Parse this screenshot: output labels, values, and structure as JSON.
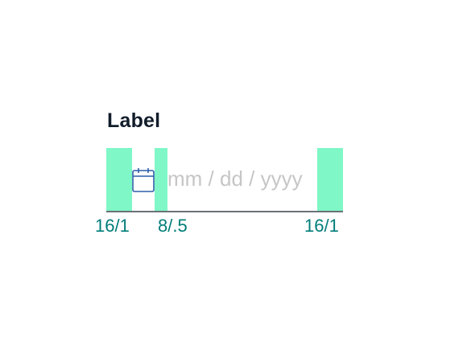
{
  "field": {
    "label": "Label",
    "placeholder": "mm / dd / yyyy",
    "value": ""
  },
  "icons": {
    "calendar": "calendar-icon"
  },
  "spec_annotations": {
    "left": "16/1",
    "middle": "8/.5",
    "right": "16/1"
  },
  "colors": {
    "spec_block": "#7ff7c6",
    "spec_text": "#007d79",
    "icon": "#2f5fa8",
    "label": "#121d2b",
    "placeholder": "#c6c6c6",
    "border": "#6b7178"
  }
}
